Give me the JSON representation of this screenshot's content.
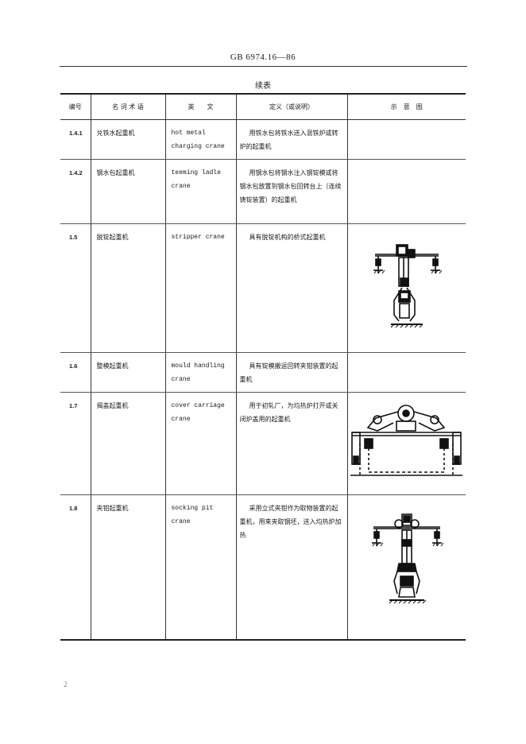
{
  "header": {
    "standard": "GB 6974.16—86"
  },
  "caption": "续表",
  "table": {
    "columns": [
      "编号",
      "名 词 术 语",
      "英　　文",
      "定义（或说明）",
      "示　意　图"
    ],
    "rows": [
      {
        "num": "1.4.1",
        "term": "兑铁水起重机",
        "en": "hot metal charging crane",
        "def": "用铁水包将铁水送入混铁炉或转炉的起重机",
        "figure": ""
      },
      {
        "num": "1.4.2",
        "term": "钢水包起重机",
        "en": "teeming ladle crane",
        "def": "用钢水包将钢水注入钢锭模或将钢水包放置到钢水包回转台上（连续铸锭装置）的起重机",
        "figure": ""
      },
      {
        "num": "1.5",
        "term": "脱锭起重机",
        "en": "stripper crane",
        "def": "具有脱锭机构的桥式起重机",
        "figure": "stripper-crane-diagram"
      },
      {
        "num": "1.6",
        "term": "整模起重机",
        "en": "mould handling crane",
        "def": "具有锭模搬运回转夹钳装置的起重机",
        "figure": ""
      },
      {
        "num": "1.7",
        "term": "揭盖起重机",
        "en": "cover carriage crane",
        "def": "用于初轧厂，为均热炉打开或关闭炉盖用的起重机",
        "figure": "cover-carriage-crane-diagram"
      },
      {
        "num": "1.8",
        "term": "夹钳起重机",
        "en": "socking pit crane",
        "def": "采用立式夹钳作为取物装置的起重机，用来夹取钢坯，送入均热炉加热",
        "figure": "socking-pit-crane-diagram"
      }
    ]
  },
  "page_number": "2"
}
